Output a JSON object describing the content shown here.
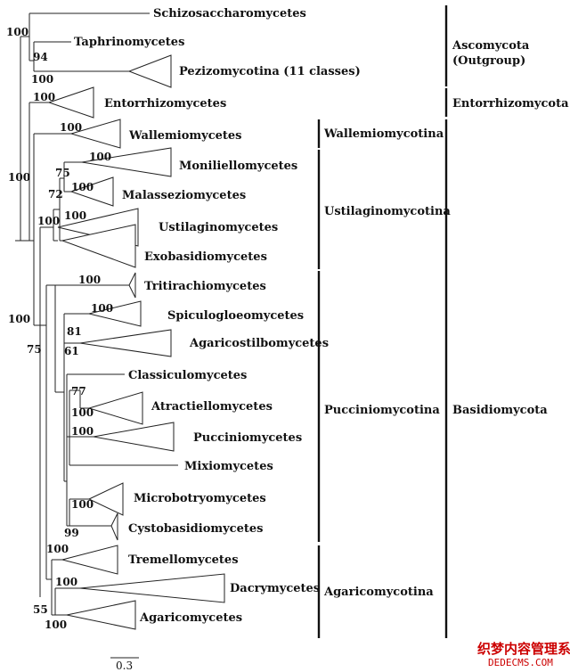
{
  "taxa": [
    "Schizosaccharomycetes",
    "Taphrinomycetes",
    "Pezizomycotina (11 classes)",
    "Entorrhizomycetes",
    "Wallemiomycetes",
    "Moniliellomycetes",
    "Malasseziomycetes",
    "Ustilaginomycetes",
    "Exobasidiomycetes",
    "Tritirachiomycetes",
    "Spiculogloeomycetes",
    "Agaricostilbomycetes",
    "Classiculomycetes",
    "Atractiellomycetes",
    "Pucciniomycetes",
    "Mixiomycetes",
    "Microbotryomycetes",
    "Cystobasidiomycetes",
    "Tremellomycetes",
    "Dacrymycetes",
    "Agaricomycetes"
  ],
  "support": [
    "100",
    "94",
    "100",
    "100",
    "100",
    "100",
    "75",
    "100",
    "72",
    "100",
    "100",
    "100",
    "100",
    "81",
    "61",
    "77",
    "100",
    "100",
    "100",
    "99",
    "100",
    "100",
    "55",
    "100",
    "100",
    "75"
  ],
  "subphyla": [
    "Wallemiomycotina",
    "Ustilaginomycotina",
    "Pucciniomycotina",
    "Agaricomycotina"
  ],
  "phyla": {
    "ascomycota": "Ascomycota",
    "outgroup": "(Outgroup)",
    "entorrhizomycota": "Entorrhizomycota",
    "basidiomycota": "Basidiomycota"
  },
  "scale_label": "0.3",
  "watermark": {
    "line1": "织梦内容管理系统",
    "line2": "DEDECMS.COM"
  },
  "colors": {
    "line": "#222222",
    "text": "#111111",
    "watermark": "#cc0000"
  }
}
